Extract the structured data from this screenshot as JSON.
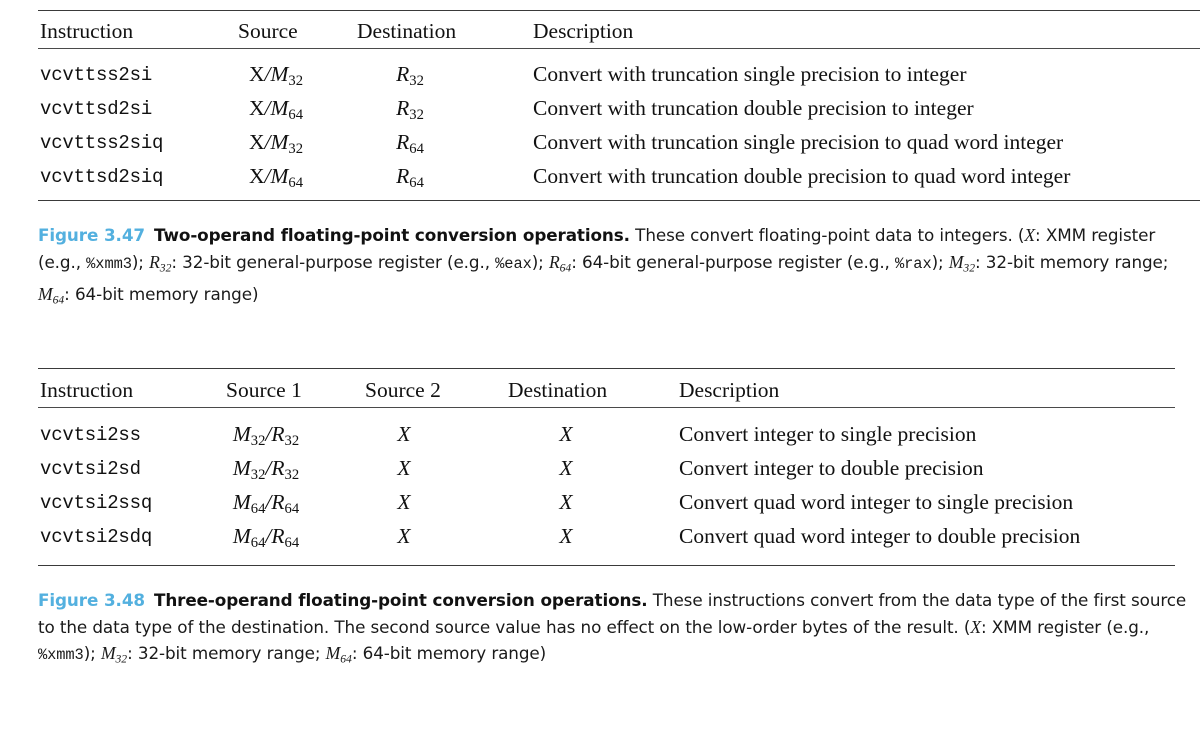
{
  "page": {
    "background": "#ffffff",
    "accent_color": "#53b0df",
    "rule_color": "#3a3a3a"
  },
  "figures": [
    {
      "id": "figure-3-47",
      "table": {
        "columns": [
          "Instruction",
          "Source",
          "Destination",
          "Description"
        ],
        "rows": [
          {
            "instruction": "vcvttss2si",
            "source": "X/M32",
            "source_parts": {
              "base1": "X",
              "sep": "/",
              "base2": "M",
              "sub2": "32"
            },
            "destination": "R32",
            "destination_parts": {
              "base": "R",
              "sub": "32"
            },
            "description": "Convert with truncation single precision to integer"
          },
          {
            "instruction": "vcvttsd2si",
            "source": "X/M64",
            "source_parts": {
              "base1": "X",
              "sep": "/",
              "base2": "M",
              "sub2": "64"
            },
            "destination": "R32",
            "destination_parts": {
              "base": "R",
              "sub": "32"
            },
            "description": "Convert with truncation double precision to integer"
          },
          {
            "instruction": "vcvttss2siq",
            "source": "X/M32",
            "source_parts": {
              "base1": "X",
              "sep": "/",
              "base2": "M",
              "sub2": "32"
            },
            "destination": "R64",
            "destination_parts": {
              "base": "R",
              "sub": "64"
            },
            "description": "Convert with truncation single precision to quad word integer"
          },
          {
            "instruction": "vcvttsd2siq",
            "source": "X/M64",
            "source_parts": {
              "base1": "X",
              "sep": "/",
              "base2": "M",
              "sub2": "64"
            },
            "destination": "R64",
            "destination_parts": {
              "base": "R",
              "sub": "64"
            },
            "description": "Convert with truncation double precision to quad word integer"
          }
        ]
      },
      "caption": {
        "number": "Figure 3.47",
        "title": "Two-operand floating-point conversion operations.",
        "body_1": "These convert floating-point data to integers. (",
        "var_x": "X",
        "body_2": ": XMM register (e.g., ",
        "reg_xmm3": "%xmm3",
        "body_3": "); ",
        "var_r32_base": "R",
        "var_r32_sub": "32",
        "body_4": ": 32-bit general-purpose register (e.g., ",
        "reg_eax": "%eax",
        "body_5": "); ",
        "var_r64_base": "R",
        "var_r64_sub": "64",
        "body_6": ": 64-bit general-purpose register (e.g., ",
        "reg_rax": "%rax",
        "body_7": "); ",
        "var_m32_base": "M",
        "var_m32_sub": "32",
        "body_8": ": 32-bit memory range; ",
        "var_m64_base": "M",
        "var_m64_sub": "64",
        "body_9": ": 64-bit memory range)"
      }
    },
    {
      "id": "figure-3-48",
      "table": {
        "columns": [
          "Instruction",
          "Source 1",
          "Source 2",
          "Destination",
          "Description"
        ],
        "rows": [
          {
            "instruction": "vcvtsi2ss",
            "source1": "M32/R32",
            "source1_parts": {
              "base1": "M",
              "sub1": "32",
              "sep": "/",
              "base2": "R",
              "sub2": "32"
            },
            "source2": "X",
            "destination": "X",
            "description": "Convert integer to single precision"
          },
          {
            "instruction": "vcvtsi2sd",
            "source1": "M32/R32",
            "source1_parts": {
              "base1": "M",
              "sub1": "32",
              "sep": "/",
              "base2": "R",
              "sub2": "32"
            },
            "source2": "X",
            "destination": "X",
            "description": "Convert integer to double precision"
          },
          {
            "instruction": "vcvtsi2ssq",
            "source1": "M64/R64",
            "source1_parts": {
              "base1": "M",
              "sub1": "64",
              "sep": "/",
              "base2": "R",
              "sub2": "64"
            },
            "source2": "X",
            "destination": "X",
            "description": "Convert quad word integer to single precision"
          },
          {
            "instruction": "vcvtsi2sdq",
            "source1": "M64/R64",
            "source1_parts": {
              "base1": "M",
              "sub1": "64",
              "sep": "/",
              "base2": "R",
              "sub2": "64"
            },
            "source2": "X",
            "destination": "X",
            "description": "Convert quad word integer to double precision"
          }
        ]
      },
      "caption": {
        "number": "Figure 3.48",
        "title": "Three-operand floating-point conversion operations.",
        "body_1": "These instructions convert from the data type of the first source to the data type of the destination. The second source value has no effect on the low-order bytes of the result. (",
        "var_x": "X",
        "body_2": ": XMM register (e.g., ",
        "reg_xmm3": "%xmm3",
        "body_3": "); ",
        "var_m32_base": "M",
        "var_m32_sub": "32",
        "body_4": ": 32-bit memory range; ",
        "var_m64_base": "M",
        "var_m64_sub": "64",
        "body_5": ": 64-bit memory range)"
      }
    }
  ]
}
